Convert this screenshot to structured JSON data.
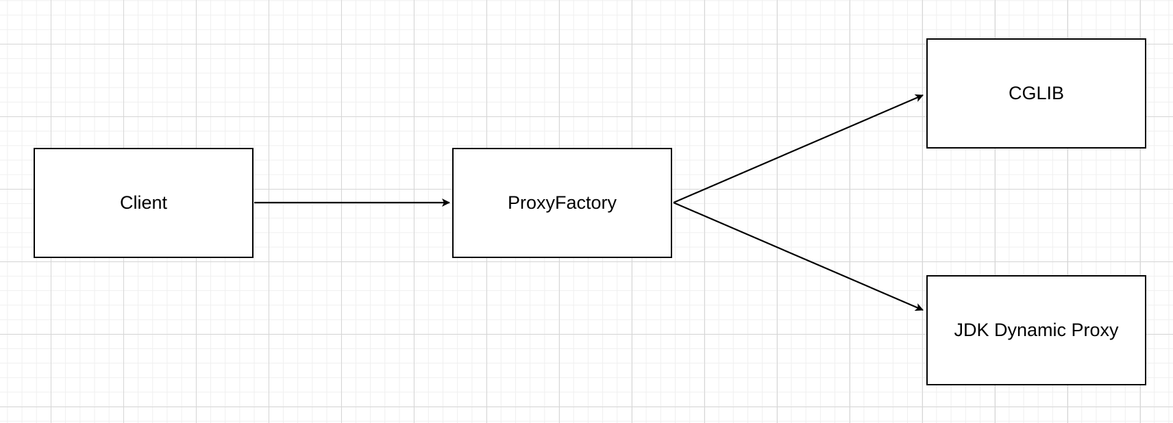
{
  "diagram": {
    "nodes": {
      "client": {
        "label": "Client"
      },
      "proxy_factory": {
        "label": "ProxyFactory"
      },
      "cglib": {
        "label": "CGLIB"
      },
      "jdk_proxy": {
        "label": "JDK Dynamic Proxy"
      }
    },
    "edges": [
      {
        "from": "Client",
        "to": "ProxyFactory"
      },
      {
        "from": "ProxyFactory",
        "to": "CGLIB"
      },
      {
        "from": "ProxyFactory",
        "to": "JDK Dynamic Proxy"
      }
    ]
  }
}
